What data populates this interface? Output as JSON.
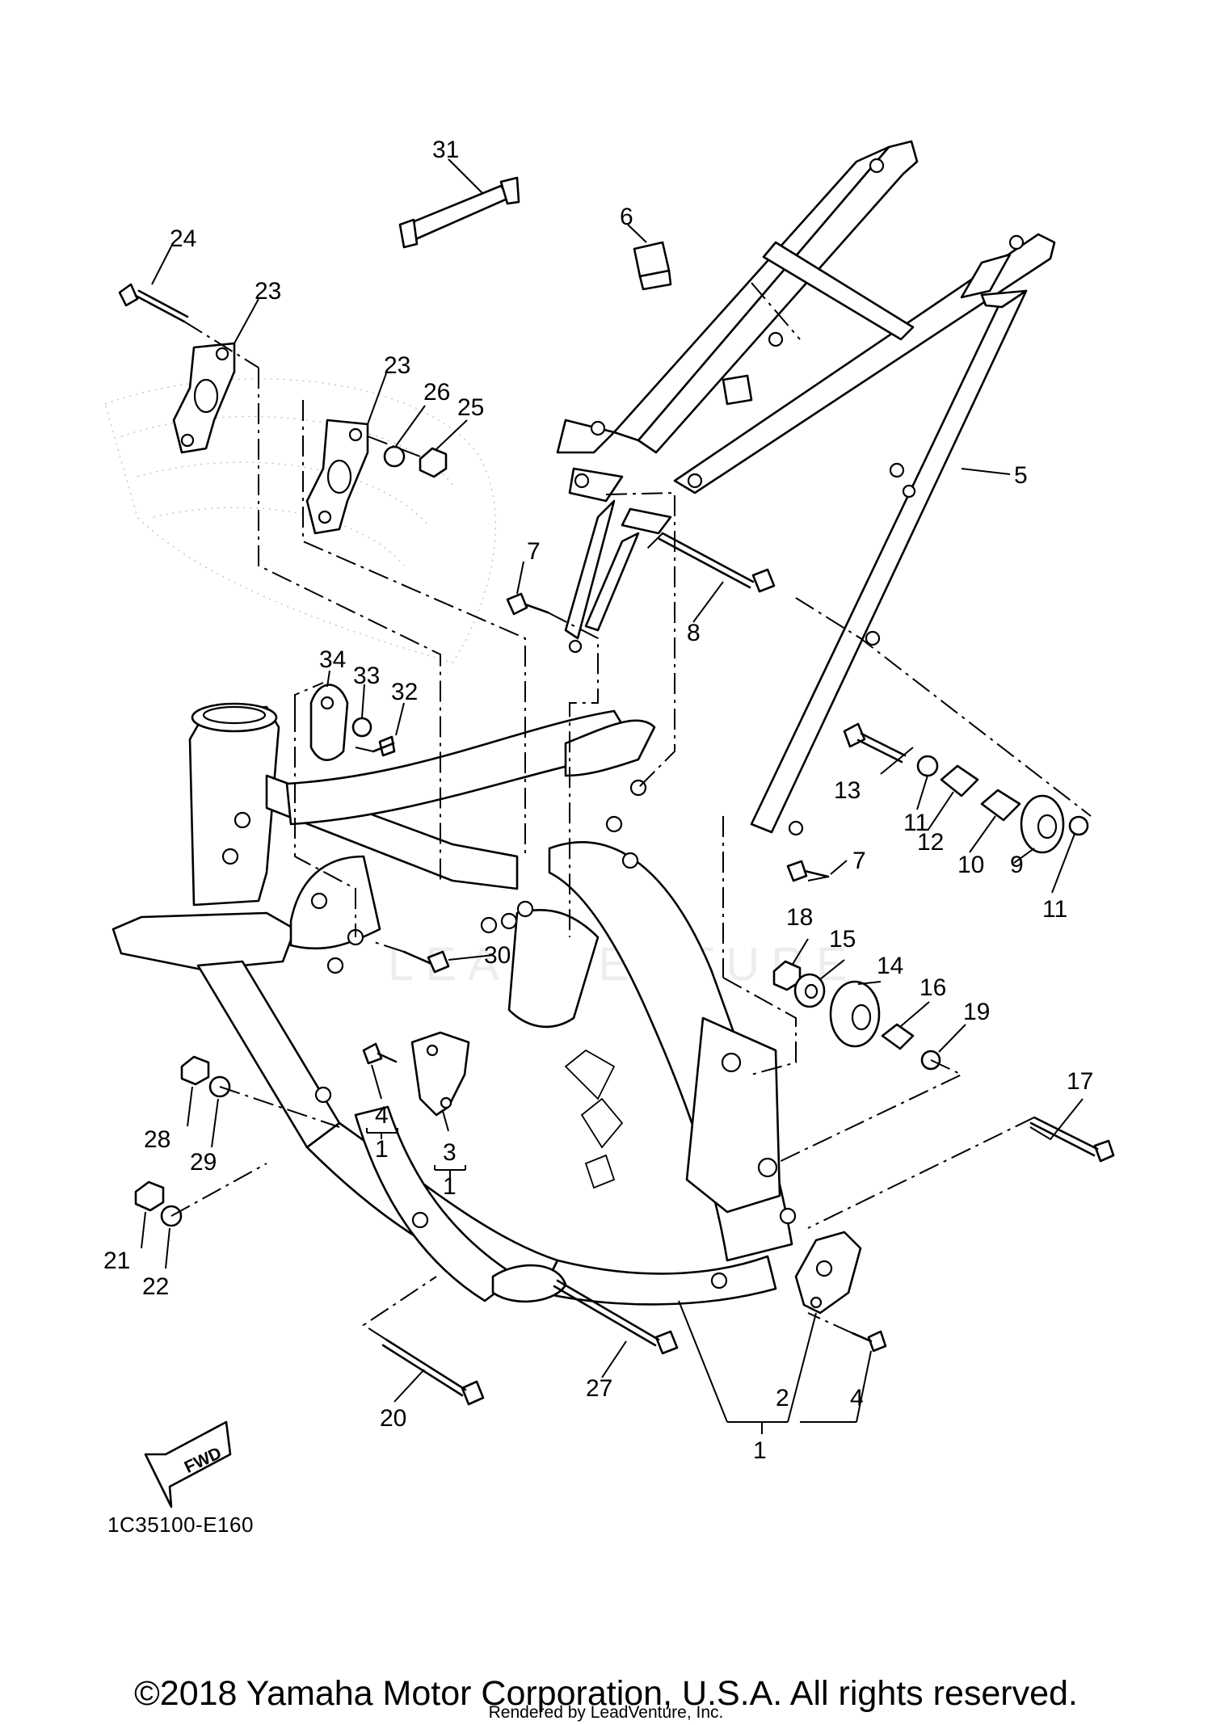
{
  "diagram": {
    "catalog_number": "1C35100-E160",
    "fwd_arrow_text": "FWD",
    "watermark": "LEADVENTURE",
    "copyright": "©2018 Yamaha Motor Corporation, U.S.A. All rights reserved.",
    "rendered_by": "Rendered by LeadVenture, Inc.",
    "labels": {
      "l1a": "1",
      "l1b": "1",
      "l1c": "1",
      "l2": "2",
      "l3": "3",
      "l4a": "4",
      "l4b": "4",
      "l5": "5",
      "l6": "6",
      "l7a": "7",
      "l7b": "7",
      "l8": "8",
      "l9": "9",
      "l10": "10",
      "l11a": "11",
      "l11b": "11",
      "l12": "12",
      "l13": "13",
      "l14": "14",
      "l15": "15",
      "l16": "16",
      "l17": "17",
      "l18": "18",
      "l19": "19",
      "l20": "20",
      "l21": "21",
      "l22": "22",
      "l23a": "23",
      "l23b": "23",
      "l24": "24",
      "l25": "25",
      "l26": "26",
      "l27": "27",
      "l28": "28",
      "l29": "29",
      "l30": "30",
      "l31": "31",
      "l32": "32",
      "l33": "33",
      "l34": "34"
    }
  }
}
